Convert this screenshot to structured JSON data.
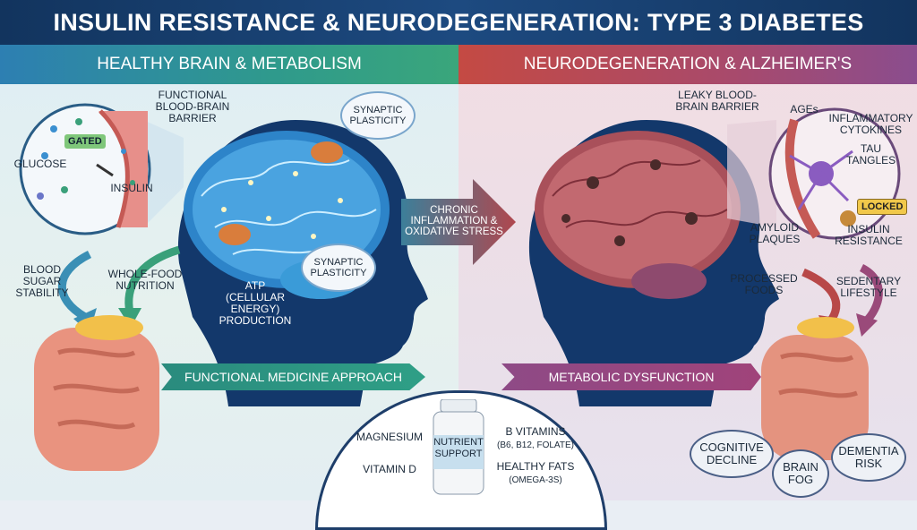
{
  "title": "INSULIN RESISTANCE & NEURODEGENERATION: TYPE 3 DIABETES",
  "left": {
    "header": "HEALTHY BRAIN & METABOLISM",
    "bbb_label": "FUNCTIONAL BLOOD-BRAIN BARRIER",
    "gated_tag": "GATED",
    "glucose_label": "GLUCOSE",
    "insulin_label": "INSULIN",
    "synaptic_top": "SYNAPTIC PLASTICITY",
    "synaptic_bottom": "SYNAPTIC PLASTICITY",
    "atp_label": "ATP (CELLULAR ENERGY) PRODUCTION",
    "blood_sugar_label": "BLOOD SUGAR STABILITY",
    "whole_food_label": "WHOLE-FOOD NUTRITION",
    "ribbon": "FUNCTIONAL MEDICINE APPROACH"
  },
  "center": {
    "arrow_text": "CHRONIC INFLAMMATION & OXIDATIVE STRESS"
  },
  "right": {
    "header": "NEURODEGENERATION & ALZHEIMER'S",
    "leaky_label": "LEAKY BLOOD-BRAIN BARRIER",
    "ages_label": "AGEs",
    "cytokines_label": "INFLAMMATORY CYTOKINES",
    "tau_label": "TAU TANGLES",
    "locked_tag": "LOCKED",
    "amyloid_label": "AMYLOID PLAQUES",
    "insulin_resistance_label": "INSULIN RESISTANCE",
    "processed_label": "PROCESSED FOODS",
    "sedentary_label": "SEDENTARY LIFESTYLE",
    "ribbon": "METABOLIC DYSFUNCTION",
    "outcomes": [
      "COGNITIVE DECLINE",
      "BRAIN FOG",
      "DEMENTIA RISK"
    ]
  },
  "nutrients": {
    "magnesium": "MAGNESIUM",
    "vitamin_d": "VITAMIN D",
    "bottle_label": "NUTRIENT SUPPORT",
    "b_vitamins": "B VITAMINS",
    "b_vitamins_detail": "(B6, B12, FOLATE)",
    "healthy_fats": "HEALTHY FATS",
    "healthy_fats_detail": "(OMEGA-3S)"
  },
  "colors": {
    "title_bg": "#12345e",
    "healthy_accent": "#2f9a8c",
    "disease_accent": "#a84a6c",
    "brain_healthy": "#3aa0e0",
    "brain_disease": "#b5616a"
  }
}
